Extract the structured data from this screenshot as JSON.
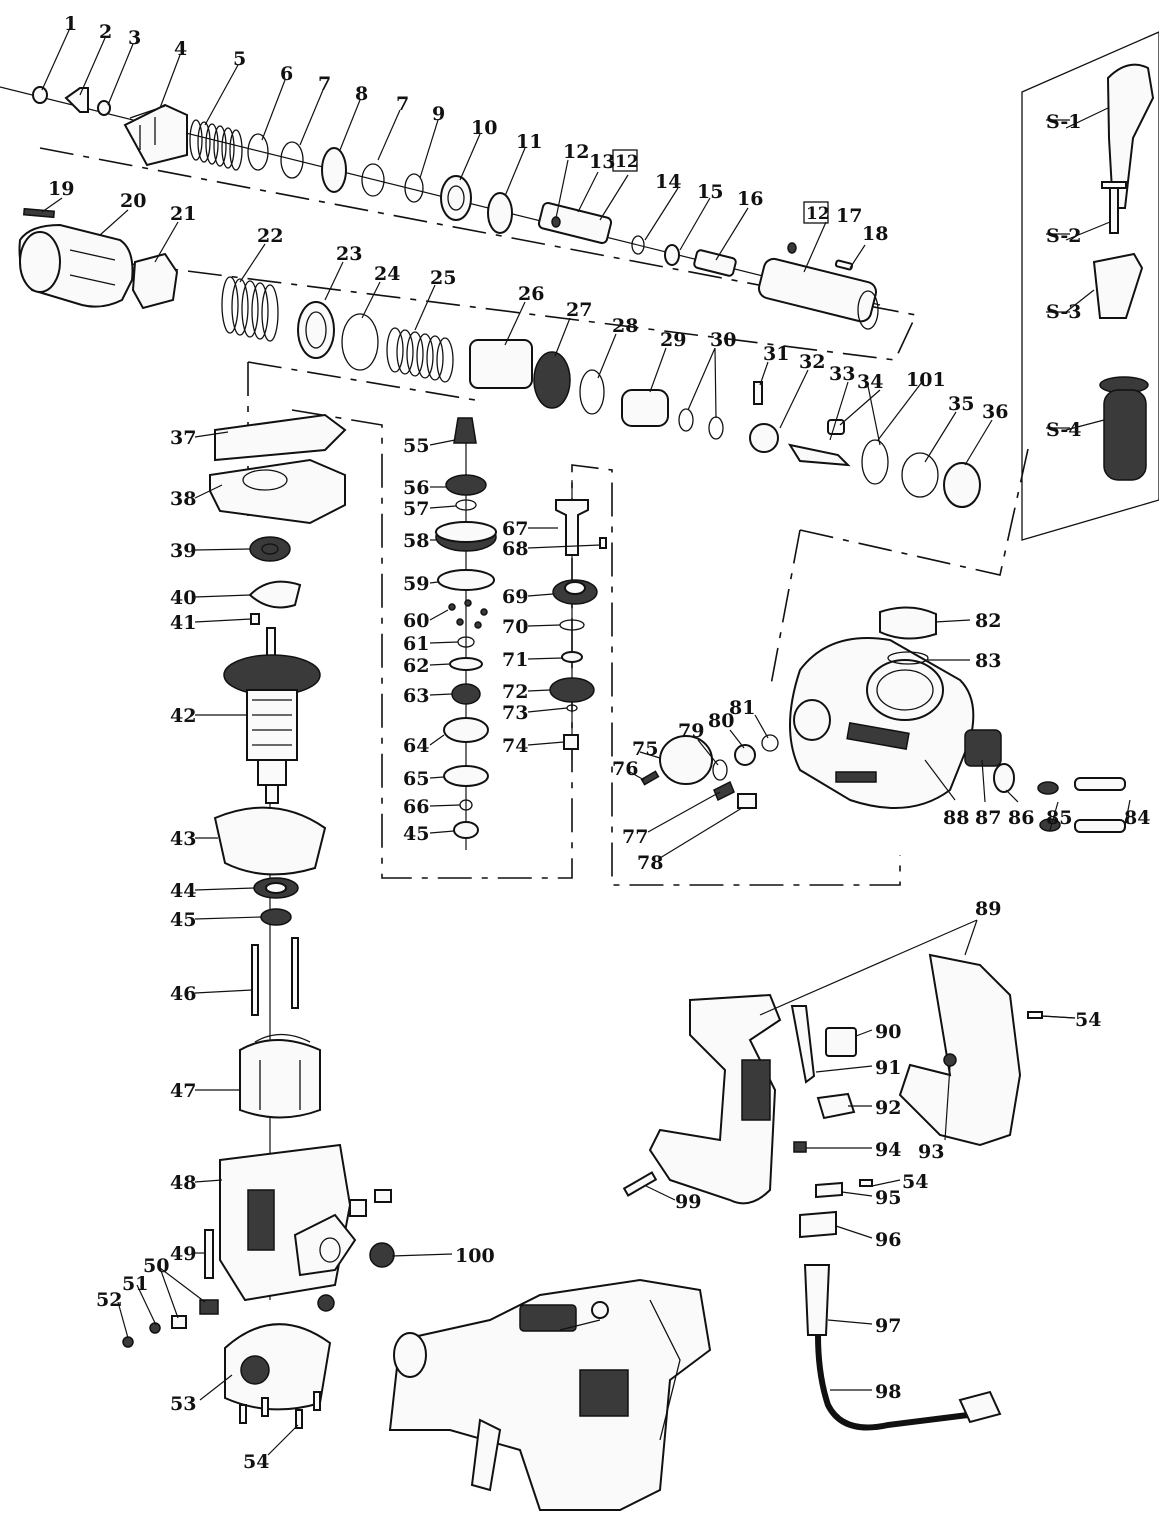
{
  "labels": {
    "p1": "1",
    "p2": "2",
    "p3": "3",
    "p4": "4",
    "p5": "5",
    "p6": "6",
    "p7": "7",
    "p8": "8",
    "p9": "9",
    "p10": "10",
    "p11": "11",
    "p12": "12",
    "p13": "13",
    "p14": "14",
    "p15": "15",
    "p16": "16",
    "p17": "17",
    "p18": "18",
    "p19": "19",
    "p20": "20",
    "p21": "21",
    "p22": "22",
    "p23": "23",
    "p24": "24",
    "p25": "25",
    "p26": "26",
    "p27": "27",
    "p28": "28",
    "p29": "29",
    "p30": "30",
    "p31": "31",
    "p32": "32",
    "p33": "33",
    "p34": "34",
    "p35": "35",
    "p36": "36",
    "p37": "37",
    "p38": "38",
    "p39": "39",
    "p40": "40",
    "p41": "41",
    "p42": "42",
    "p43": "43",
    "p44": "44",
    "p45": "45",
    "p46": "46",
    "p47": "47",
    "p48": "48",
    "p49": "49",
    "p50": "50",
    "p51": "51",
    "p52": "52",
    "p53": "53",
    "p54": "54",
    "p55": "55",
    "p56": "56",
    "p57": "57",
    "p58": "58",
    "p59": "59",
    "p60": "60",
    "p61": "61",
    "p62": "62",
    "p63": "63",
    "p64": "64",
    "p65": "65",
    "p66": "66",
    "p67": "67",
    "p68": "68",
    "p69": "69",
    "p70": "70",
    "p71": "71",
    "p72": "72",
    "p73": "73",
    "p74": "74",
    "p75": "75",
    "p76": "76",
    "p77": "77",
    "p78": "78",
    "p79": "79",
    "p80": "80",
    "p81": "81",
    "p82": "82",
    "p83": "83",
    "p84": "84",
    "p85": "85",
    "p86": "86",
    "p87": "87",
    "p88": "88",
    "p89": "89",
    "p90": "90",
    "p91": "91",
    "p92": "92",
    "p93": "93",
    "p94": "94",
    "p95": "95",
    "p96": "96",
    "p97": "97",
    "p98": "98",
    "p99": "99",
    "p100": "100",
    "p101": "101",
    "s1": "S-1",
    "s2": "S-2",
    "s3": "S-3",
    "s4": "S-4"
  },
  "colors": {
    "line": "#111111",
    "background": "#ffffff",
    "dark_fill": "#3a3a3a"
  }
}
